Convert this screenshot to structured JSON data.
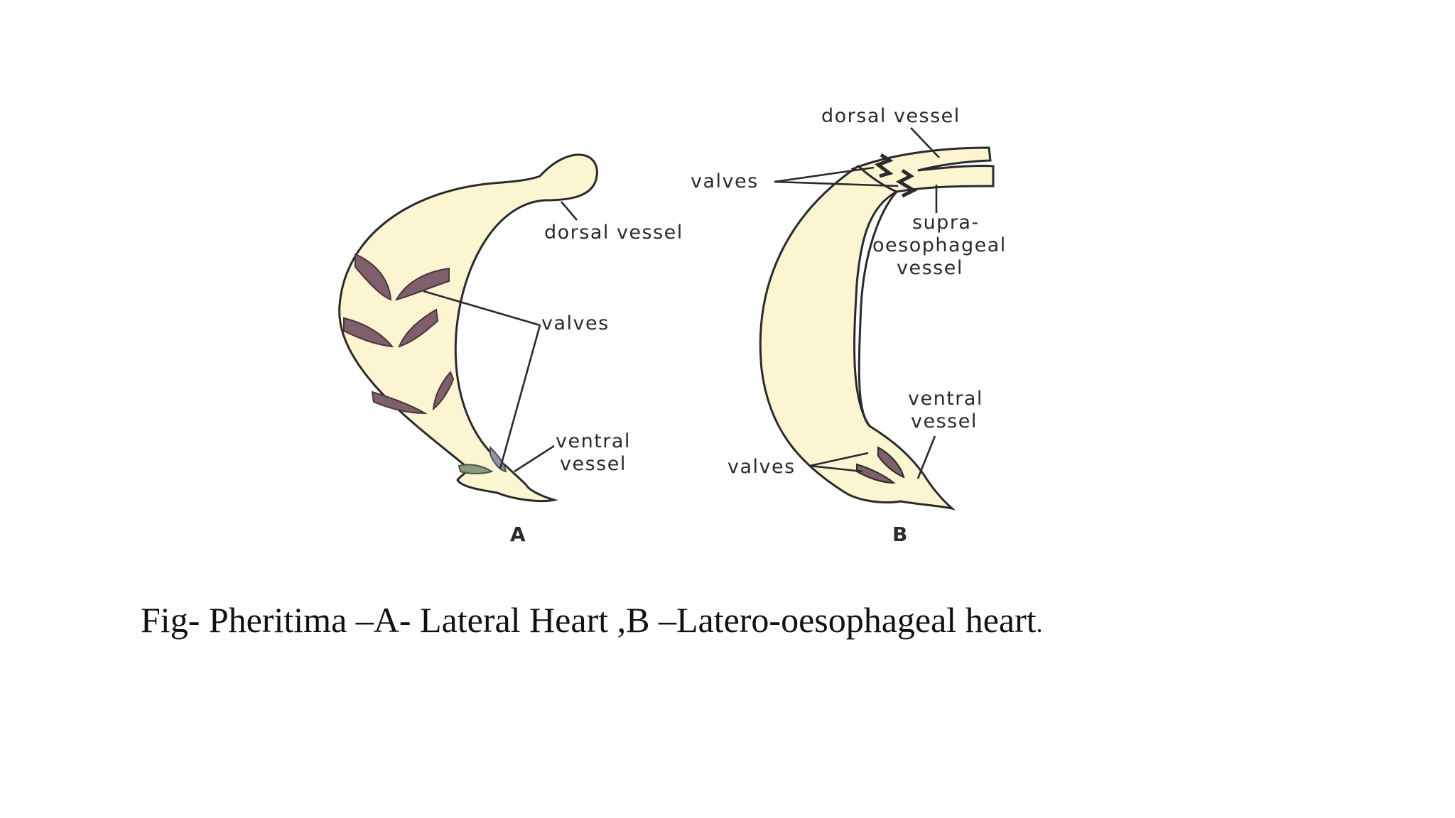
{
  "diagram": {
    "panel_a": {
      "letter": "A",
      "labels": {
        "dorsal_vessel": "dorsal vessel",
        "valves": "valves",
        "ventral_line1": "ventral",
        "ventral_line2": "vessel"
      }
    },
    "panel_b": {
      "letter": "B",
      "labels": {
        "dorsal_vessel": "dorsal vessel",
        "valves_top": "valves",
        "supra_line1": "supra-",
        "supra_line2": "oesophageal",
        "supra_line3": "vessel",
        "ventral_line1": "ventral",
        "ventral_line2": "vessel",
        "valves_bottom": "valves"
      }
    },
    "colors": {
      "vessel_fill": "#fbf5d2",
      "vessel_stroke": "#2a2a2a",
      "valve_fill": "#7e5f6a",
      "valve_fill_green": "#8a9a7e",
      "valve_fill_grey": "#8f96a3"
    }
  },
  "caption": {
    "text": "Fig- Pheritima –A- Lateral Heart ,B –Latero-oesophageal heart",
    "period": "."
  }
}
